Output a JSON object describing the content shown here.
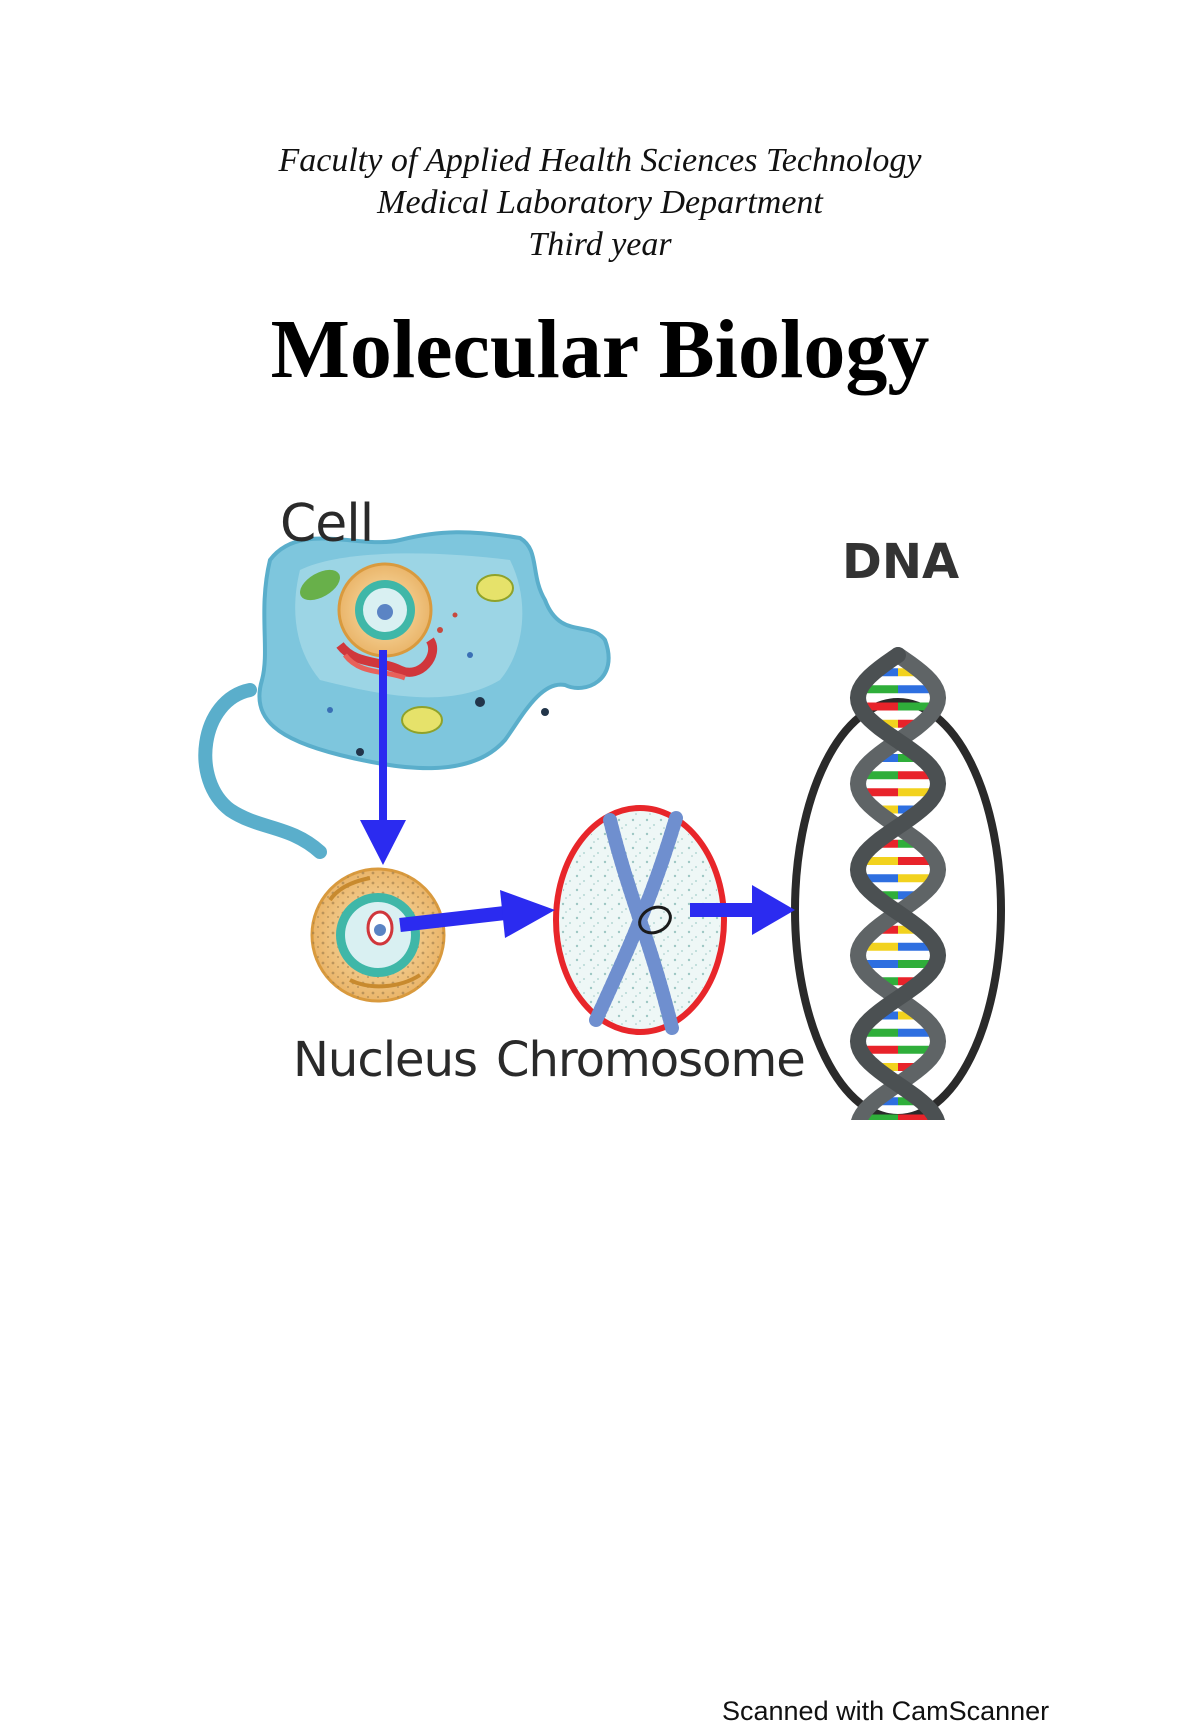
{
  "header": {
    "faculty": "Faculty of Applied Health Sciences Technology",
    "department": "Medical Laboratory Department",
    "year": "Third year"
  },
  "title": "Molecular Biology",
  "figure": {
    "labels": {
      "cell": "Cell",
      "nucleus": "Nucleus",
      "chromosome": "Chromosome",
      "dna": "DNA"
    },
    "colors": {
      "arrow": "#2b2bf0",
      "cell_body": "#7ec6dd",
      "chromosome_ring": "#e8262a",
      "dna_backbone": "#5f6466",
      "base_pairs": [
        "#e8232a",
        "#f2d21e",
        "#2e6fe0",
        "#2fae3a"
      ]
    }
  },
  "footer": {
    "scanner": "Scanned with CamScanner"
  }
}
